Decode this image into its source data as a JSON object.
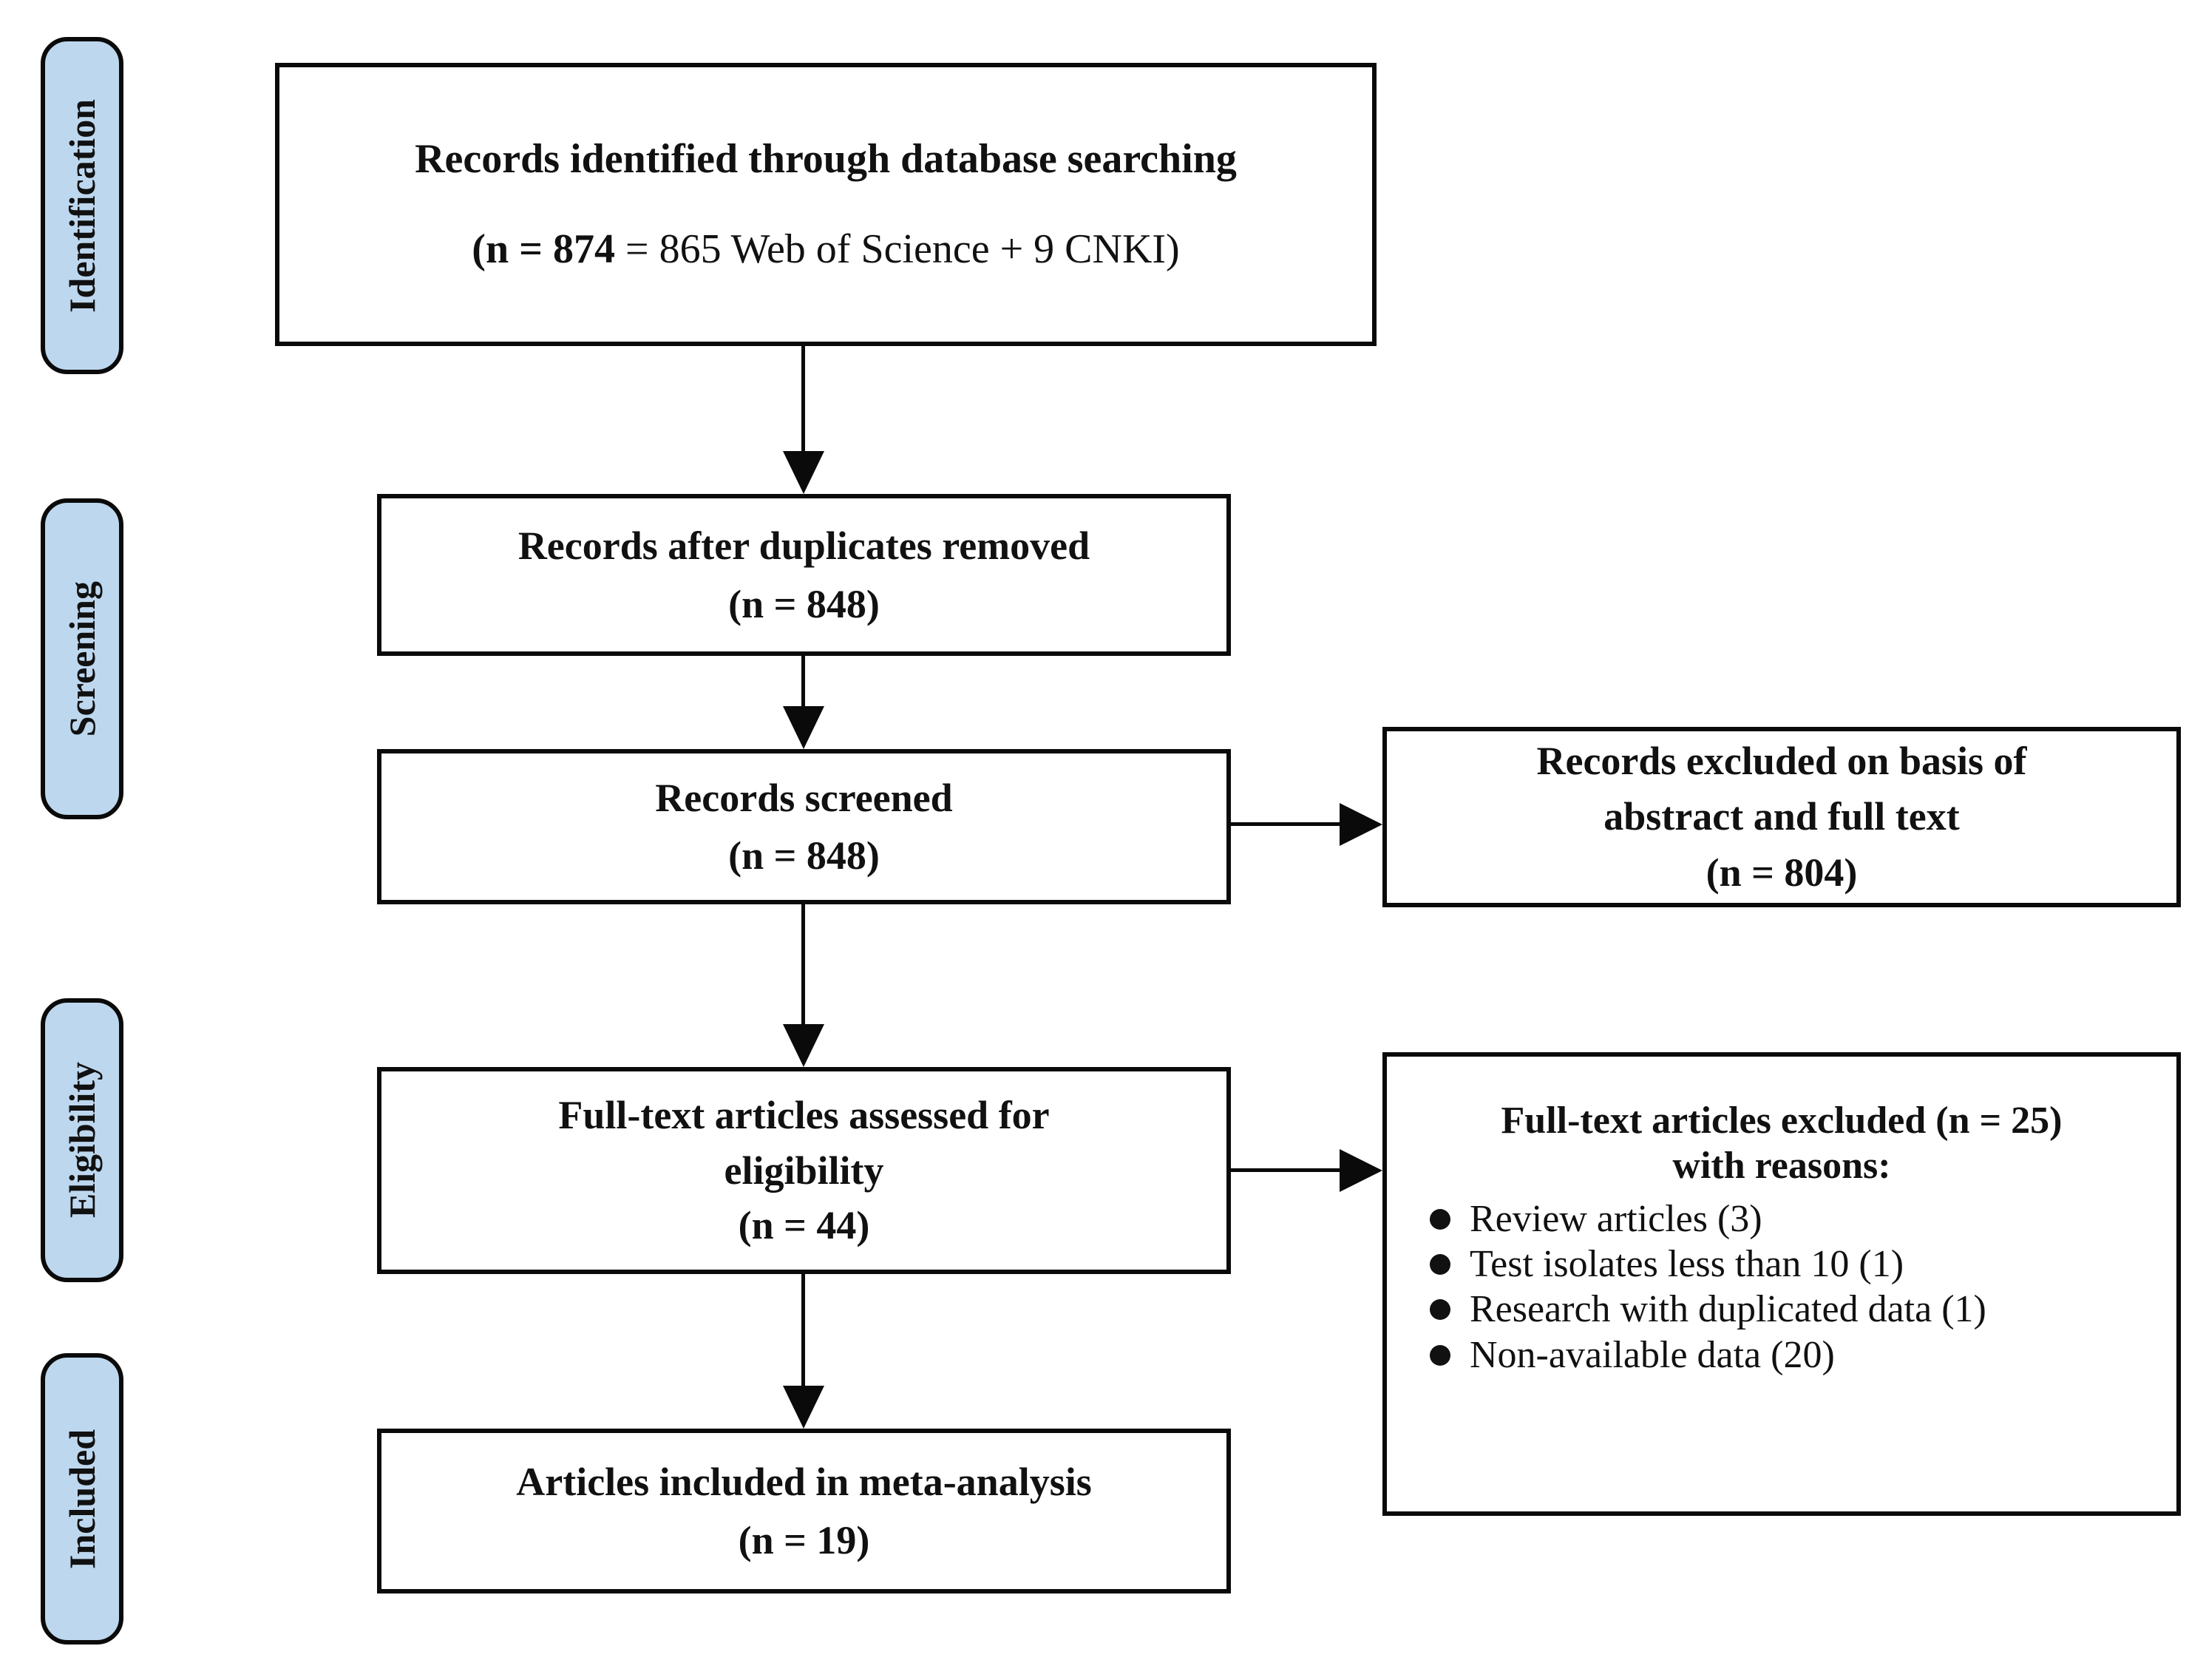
{
  "diagram": {
    "title": "PRISMA literature selection flow diagram",
    "colors": {
      "label_fill": "#bdd7ee",
      "border": "#0a0a0a",
      "background": "#ffffff"
    },
    "stage_labels": [
      {
        "label": "Identification"
      },
      {
        "label": "Screening"
      },
      {
        "label": "Eligibility"
      },
      {
        "label": "Included"
      }
    ],
    "boxes": {
      "records_identified": {
        "line1": "Records identified through database searching",
        "n_bold": "(n = 874",
        "n_rest": " = 865 Web of Science + 9 CNKI)"
      },
      "duplicates_removed": {
        "line1": "Records after duplicates removed",
        "line2": "(n = 848)"
      },
      "records_screened": {
        "line1": "Records screened",
        "line2": "(n = 848)"
      },
      "fulltext_assessed": {
        "line1": "Full-text articles assessed for",
        "line2": "eligibility",
        "line3": "(n = 44)"
      },
      "included_meta": {
        "line1": "Articles included in meta-analysis",
        "line2": "(n = 19)"
      },
      "records_excluded": {
        "line1": "Records excluded on basis of",
        "line2": "abstract and full text",
        "line3": "(n = 804)"
      },
      "fulltext_excluded": {
        "heading1": "Full-text articles excluded (n = 25)",
        "heading2": "with reasons:",
        "bullets": [
          "Review articles (3)",
          "Test isolates less than 10 (1)",
          "Research with duplicated data (1)",
          "Non-available data (20)"
        ]
      }
    }
  }
}
